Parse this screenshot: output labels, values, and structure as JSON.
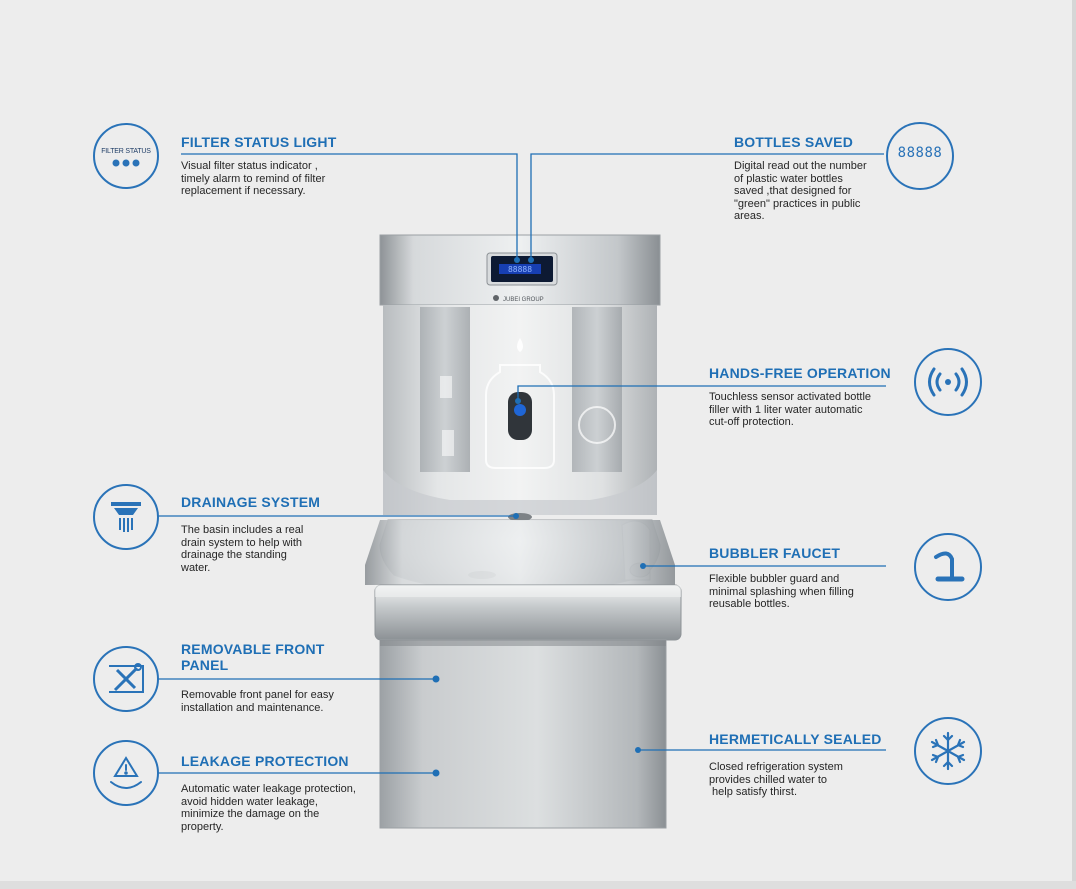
{
  "colors": {
    "accent": "#1f6fb5",
    "background": "#ededed",
    "text": "#262626"
  },
  "device": {
    "brand": "JUBEI GROUP",
    "display_counter": "88888"
  },
  "features": [
    {
      "id": "filter-status",
      "title": "FILTER STATUS LIGHT",
      "icon": "filter-status-icon",
      "icon_label": "FILTER STATUS",
      "description": [
        "Visual filter status indicator ,",
        "timely alarm to remind of filter",
        "replacement if necessary."
      ]
    },
    {
      "id": "bottles-saved",
      "title": "BOTTLES SAVED",
      "icon": "digital-counter-icon",
      "icon_label": "88888",
      "description": [
        "Digital read out the number",
        "of plastic water bottles",
        "saved ,that designed for",
        "\"green\" practices in public",
        "areas."
      ]
    },
    {
      "id": "hands-free",
      "title": "HANDS-FREE OPERATION",
      "icon": "wireless-sensor-icon",
      "description": [
        "Touchless sensor activated bottle",
        "filler with 1 liter water automatic",
        "cut-off protection."
      ]
    },
    {
      "id": "drainage",
      "title": "DRAINAGE SYSTEM",
      "icon": "drain-icon",
      "description": [
        "The basin includes a real",
        "drain system to help with",
        "drainage the standing",
        "water."
      ]
    },
    {
      "id": "bubbler",
      "title": "BUBBLER FAUCET",
      "icon": "faucet-icon",
      "description": [
        "Flexible bubbler guard and",
        "minimal splashing when filling",
        "reusable bottles."
      ]
    },
    {
      "id": "front-panel",
      "title": [
        "REMOVABLE FRONT",
        "PANEL"
      ],
      "icon": "tools-icon",
      "description": [
        "Removable front panel for easy",
        "installation and maintenance."
      ]
    },
    {
      "id": "hermetic",
      "title": "HERMETICALLY SEALED",
      "icon": "snowflake-icon",
      "description": [
        "Closed refrigeration system",
        "provides chilled water to",
        " help satisfy thirst."
      ]
    },
    {
      "id": "leakage",
      "title": "LEAKAGE PROTECTION",
      "icon": "leak-alert-icon",
      "description": [
        "Automatic water leakage protection,",
        "avoid hidden water leakage,",
        "minimize the damage on the",
        "property."
      ]
    }
  ]
}
